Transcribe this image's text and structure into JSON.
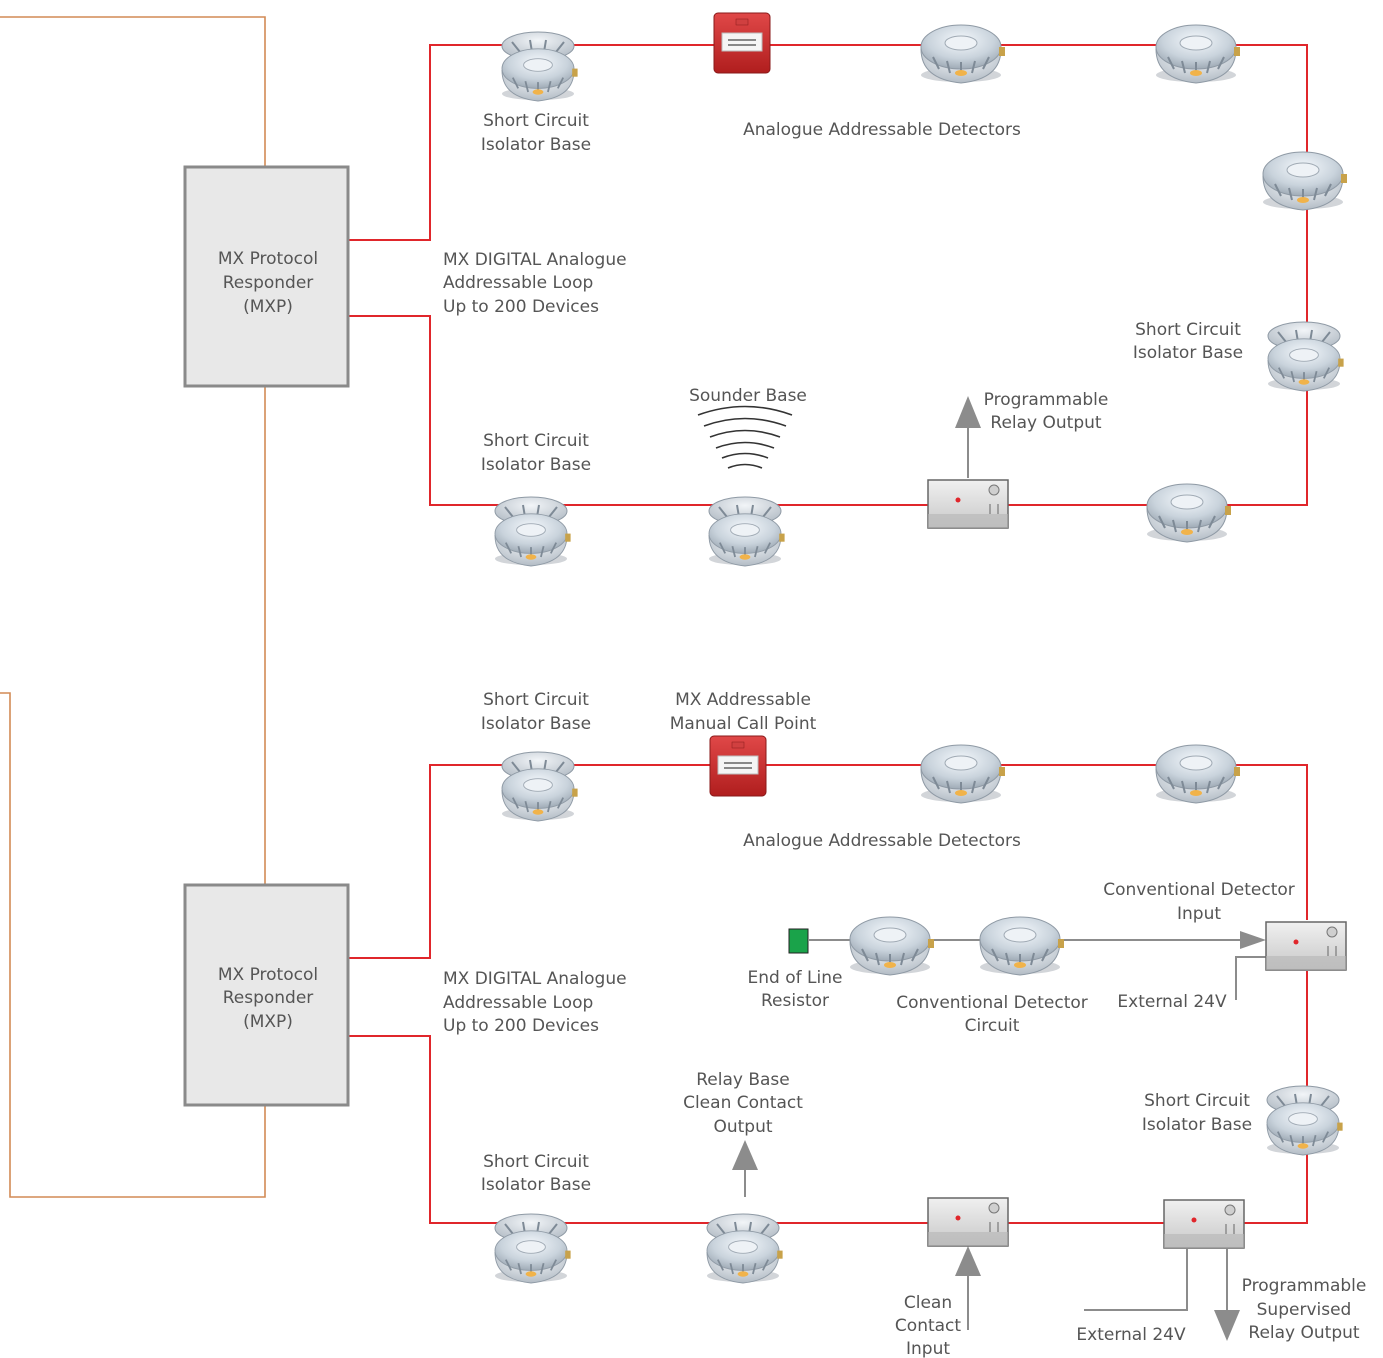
{
  "colors": {
    "loop_wire": "#e0262b",
    "network_wire": "#d28a55",
    "aux_wire": "#8c8c8c",
    "panel_fill": "#e8e8e8",
    "end_of_line_resistor": "#1aa34a",
    "call_point": "#d42a2a"
  },
  "icons": {
    "detector": "smoke-detector-icon",
    "isolator": "isolator-base-icon",
    "call_point": "manual-call-point-icon",
    "module": "interface-module-icon",
    "sounder": "sounder-waves-icon"
  },
  "loop1": {
    "panel_lines": [
      "MX Protocol",
      "Responder",
      "(MXP)"
    ],
    "loop_lines": [
      "MX DIGITAL Analogue",
      "Addressable Loop",
      "Up to 200 Devices"
    ],
    "isolator_top_lines": [
      "Short Circuit",
      "Isolator Base"
    ],
    "detectors_label": "Analogue Addressable Detectors",
    "isolator_right_lines": [
      "Short Circuit",
      "Isolator Base"
    ],
    "sounder_label": "Sounder Base",
    "relay_lines": [
      "Programmable",
      "Relay Output"
    ],
    "isolator_bottom_lines": [
      "Short Circuit",
      "Isolator Base"
    ]
  },
  "loop2": {
    "panel_lines": [
      "MX Protocol",
      "Responder",
      "(MXP)"
    ],
    "loop_lines": [
      "MX DIGITAL Analogue",
      "Addressable Loop",
      "Up to 200 Devices"
    ],
    "isolator_top_lines": [
      "Short Circuit",
      "Isolator Base"
    ],
    "call_point_lines": [
      "MX Addressable",
      "Manual Call Point"
    ],
    "detectors_label": "Analogue Addressable Detectors",
    "conv_input_lines": [
      "Conventional Detector",
      "Input"
    ],
    "eol_lines": [
      "End of Line",
      "Resistor"
    ],
    "conv_circuit_lines": [
      "Conventional Detector",
      "Circuit"
    ],
    "external_24v_right": "External 24V",
    "isolator_right_lines": [
      "Short Circuit",
      "Isolator Base"
    ],
    "relay_base_lines": [
      "Relay Base",
      "Clean Contact",
      "Output"
    ],
    "isolator_bottom_lines": [
      "Short Circuit",
      "Isolator Base"
    ],
    "clean_contact_lines": [
      "Clean",
      "Contact",
      "Input"
    ],
    "external_24v_bottom": "External 24V",
    "supervised_relay_lines": [
      "Programmable",
      "Supervised",
      "Relay Output"
    ]
  }
}
